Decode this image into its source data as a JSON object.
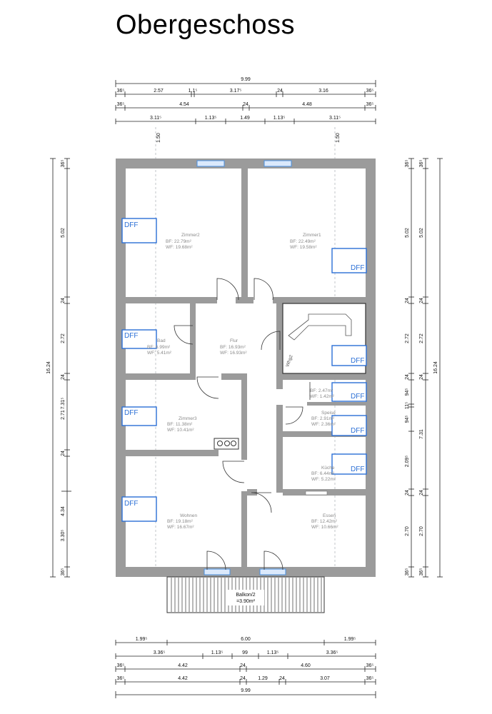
{
  "title": "Obergeschoss",
  "dims": {
    "top_total": "9.99",
    "top_row1": [
      "36⁵",
      "2.57",
      "1.1⁵",
      "3.17⁵",
      "24",
      "3.16",
      "36⁵"
    ],
    "top_row2": [
      "36⁵",
      "4.54",
      "24",
      "4.48",
      "36⁵"
    ],
    "top_row3": [
      "3.11⁵",
      "1.13⁵",
      "1.49",
      "1.13⁵",
      "3.11⁵"
    ],
    "window_left": "1.50",
    "window_right": "1.50",
    "left_total": "16.24",
    "left_row_a": [
      "36⁵",
      "5.02",
      "24",
      "2.72",
      "24",
      "2.71",
      "24",
      "4.34",
      "36⁵"
    ],
    "left_row_b": [
      "7.31⁵",
      "3.30⁵"
    ],
    "right_total": "16.24",
    "right_row_a": [
      "36⁵",
      "5.02",
      "24",
      "2.72",
      "24",
      "94⁵",
      "11⁵",
      "94⁵",
      "2.09⁵",
      "24",
      "2.70",
      "36⁵"
    ],
    "right_row_b": [
      "36⁵",
      "5.02",
      "24",
      "2.72",
      "24",
      "7.31",
      "24",
      "2.70",
      "36⁵"
    ],
    "bottom_row1": [
      "1.99⁵",
      "6.00",
      "1.99⁵"
    ],
    "bottom_row2": [
      "3.36⁵",
      "1.13⁵",
      "99",
      "1.13⁵",
      "3.36⁵"
    ],
    "bottom_row3": [
      "36⁵",
      "4.42",
      "24",
      "4.60",
      "36⁵"
    ],
    "bottom_row4": [
      "36⁵",
      "4.42",
      "24",
      "1.29",
      "24",
      "3.07",
      "36⁵"
    ],
    "bottom_total": "9.99"
  },
  "rooms": {
    "zimmer2": {
      "name": "Zimmer2",
      "bf": "BF:   22.79m²",
      "wf": "WF:   19.68m²"
    },
    "zimmer1": {
      "name": "Zimmer1",
      "bf": "BF:   22.49m²",
      "wf": "WF:   19.58m²"
    },
    "bad": {
      "name": "Bad",
      "bf": "BF:   6.99m²",
      "wf": "WF:   5.41m²"
    },
    "flur": {
      "name": "Flur",
      "bf": "BF:   16.93m²",
      "wf": "WF:   16.93m²"
    },
    "stair_label": "Whg2",
    "abstell": {
      "name": "",
      "bf": "BF:   2.47m²",
      "wf": "WF:   1.42m²"
    },
    "zimmer3": {
      "name": "Zimmer3",
      "bf": "BF:   11.38m²",
      "wf": "WF:   10.41m²"
    },
    "speise": {
      "name": "Speise",
      "bf": "BF:   2.91m²",
      "wf": "WF:   2.36m²"
    },
    "kueche": {
      "name": "Küche",
      "bf": "BF:   6.44m²",
      "wf": "WF:   5.22m²"
    },
    "wohnen": {
      "name": "Wohnen",
      "bf": "BF:   19.18m²",
      "wf": "WF:   16.67m²"
    },
    "essen": {
      "name": "Essen",
      "bf": "BF:   12.42m²",
      "wf": "WF:   10.66m²"
    },
    "balkon": {
      "name": "Balkon/2",
      "area": "=3.90m²"
    }
  },
  "skylight_label": "DFF",
  "colors": {
    "wall": "#9b9b9b",
    "dff": "#2b6fd6",
    "window": "#4a90e2"
  }
}
